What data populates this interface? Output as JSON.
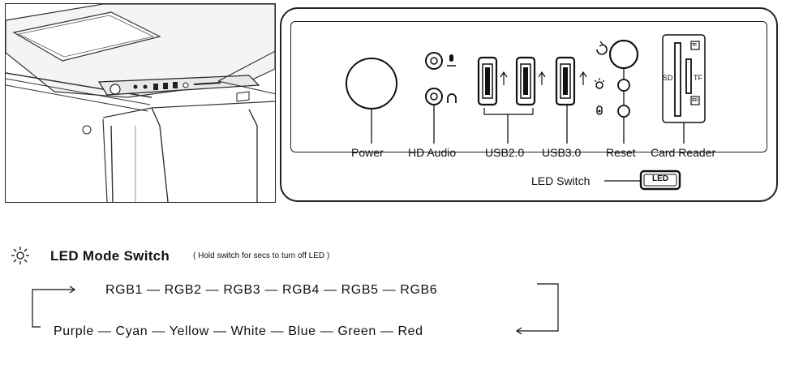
{
  "front_panel": {
    "labels": {
      "power": "Power",
      "hd_audio": "HD Audio",
      "usb2": "USB2.0",
      "usb3": "USB3.0",
      "reset": "Reset",
      "card_reader": "Card Reader",
      "led_switch": "LED Switch",
      "led_button": "LED"
    },
    "card_slots": {
      "sd": "SD",
      "tf": "TF",
      "tf_icon": "TF",
      "sd_icon": "SD"
    }
  },
  "led_mode": {
    "icon": "sun-icon",
    "title": "LED Mode Switch",
    "note": "( Hold switch for  secs to turn off LED )",
    "rgb_sequence": "RGB1 — RGB2 — RGB3 — RGB4 — RGB5 — RGB6",
    "color_sequence": "Purple — Cyan — Yellow — White — Blue — Green — Red"
  }
}
